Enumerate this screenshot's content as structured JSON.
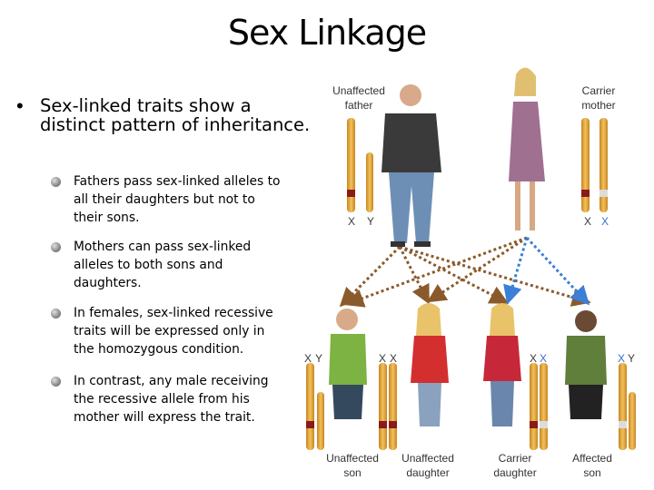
{
  "title": "Sex Linkage",
  "bullet": "•",
  "main_point": "Sex-linked traits show a distinct pattern of inheritance.",
  "sub_points": [
    "Fathers pass sex-linked alleles to all their daughters but not to their sons.",
    "Mothers can pass sex-linked alleles to both sons and daughters.",
    "In females, sex-linked recessive traits will be expressed only in the homozygous condition.",
    "In contrast, any male receiving the recessive allele from his mother will express the trait."
  ],
  "figure": {
    "parents": [
      {
        "label": "Unaffected father",
        "chromosomes": [
          "X",
          "Y"
        ]
      },
      {
        "label": "Carrier mother",
        "chromosomes": [
          "X",
          "X"
        ]
      }
    ],
    "children": [
      {
        "label": "Unaffected son",
        "chromosomes": [
          "X",
          "Y"
        ]
      },
      {
        "label": "Unaffected daughter",
        "chromosomes": [
          "X",
          "X"
        ]
      },
      {
        "label": "Carrier daughter",
        "chromosomes": [
          "X",
          "X"
        ]
      },
      {
        "label": "Affected son",
        "chromosomes": [
          "X",
          "Y"
        ]
      }
    ],
    "colors": {
      "father_line": "#8b5a2b",
      "mother_line": "#3b7fd6",
      "chromosome": "#e2a63a",
      "allele_normal": "#8b1a1a",
      "allele_recessive": "#dcdcdc"
    }
  }
}
